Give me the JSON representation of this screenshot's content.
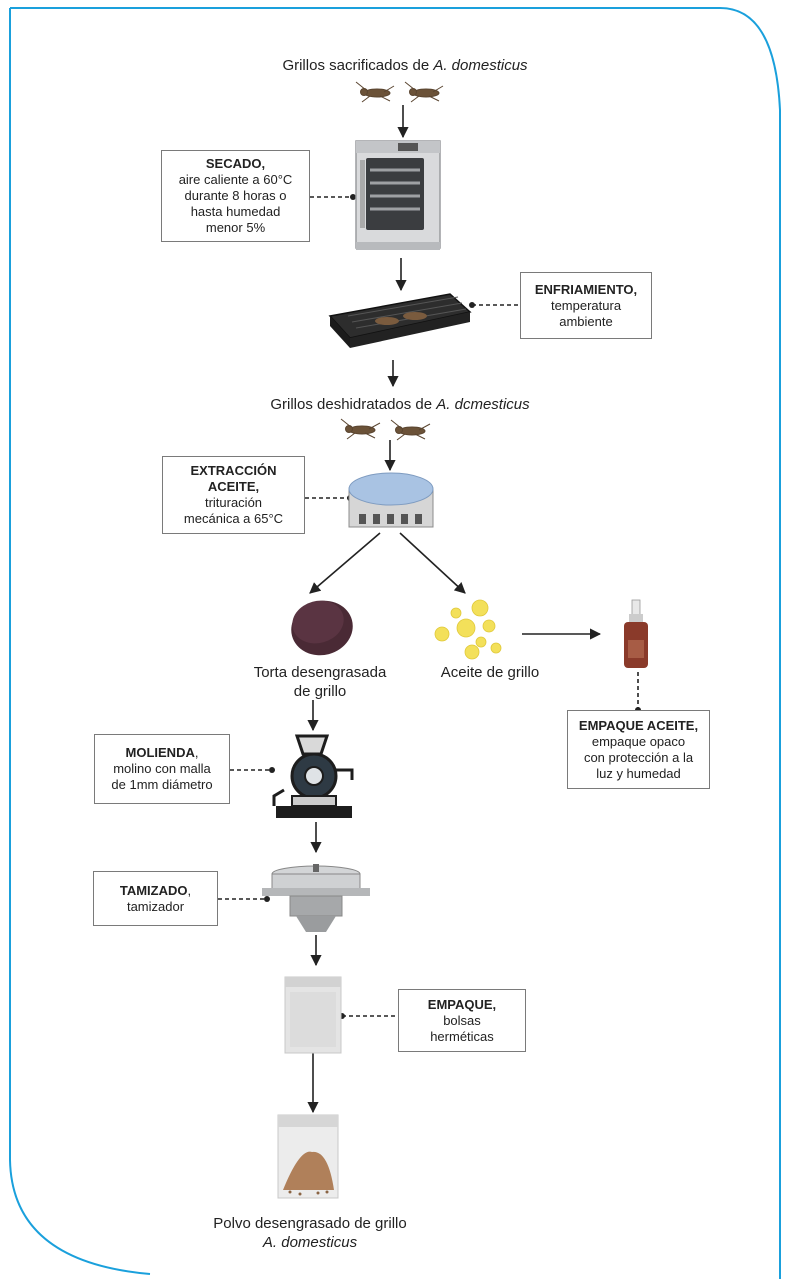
{
  "nodes": {
    "start": {
      "text": "Grillos sacrificados de ",
      "species": "A. domesticus"
    },
    "dehydrated": {
      "text": "Grillos deshidratados de ",
      "species": "A. dcmesticus"
    },
    "cake": {
      "line1": "Torta desengrasada",
      "line2": "de grillo"
    },
    "oil": {
      "text": "Aceite de grillo"
    },
    "final": {
      "line1": "Polvo desengrasado de grillo",
      "species": "A. domesticus"
    }
  },
  "steps": {
    "drying": {
      "title": "SECADO,",
      "lines": [
        "aire caliente a 60°C",
        "durante 8 horas o",
        "hasta humedad",
        "menor 5%"
      ]
    },
    "cooling": {
      "title": "ENFRIAMIENTO,",
      "lines": [
        "temperatura",
        "ambiente"
      ]
    },
    "extraction": {
      "title_line1": "EXTRACCIÓN",
      "title_line2": "ACEITE,",
      "lines": [
        "trituración",
        "mecánica a 65°C"
      ]
    },
    "oil_packaging": {
      "title": "EMPAQUE ACEITE,",
      "lines": [
        "empaque opaco",
        "con protección a la",
        "luz y humedad"
      ]
    },
    "milling": {
      "title": "MOLIENDA",
      "title_suffix": ",",
      "lines": [
        "molino con malla",
        "de 1mm diámetro"
      ]
    },
    "sieving": {
      "title": "TAMIZADO",
      "title_suffix": ",",
      "lines": [
        "tamizador"
      ]
    },
    "packaging": {
      "title": "EMPAQUE,",
      "lines": [
        "bolsas",
        "herméticas"
      ]
    }
  },
  "colors": {
    "frame": "#1aa0dc",
    "arrow": "#222222",
    "oil_drop": "#f3e05a",
    "cake": "#4a2a35",
    "press_top": "#a9c3e3",
    "powder": "#b0805a",
    "bottle": "#8a3a2a"
  }
}
